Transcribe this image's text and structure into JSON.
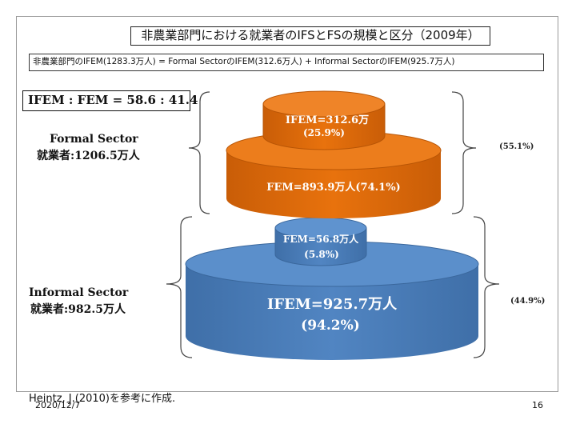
{
  "title": "非農業部門における就業者のIFSとFSの規模と区分（2009年）",
  "formula": "非農業部門のIFEM(1283.3万人) = Formal SectorのIFEM(312.6万人) + Informal SectorのIFEM(925.7万人)",
  "ratio": "IFEM  : FEM  = 58.6 : 41.4",
  "formal": {
    "sector_label": "Formal Sector",
    "workers_label": "就業者:1206.5万人",
    "share": "(55.1%)",
    "top_layer": {
      "line1": "IFEM=312.6万",
      "line2": "(25.9%)"
    },
    "bottom_layer": {
      "line1": "FEM=893.9万人(74.1%)"
    }
  },
  "informal": {
    "sector_label": "Informal Sector",
    "workers_label": "就業者:982.5万人",
    "share": "(44.9%)",
    "top_layer": {
      "line1": "FEM=56.8万人",
      "line2": "(5.8%)"
    },
    "bottom_layer": {
      "line1": "IFEM=925.7万人",
      "line2": "(94.2%)"
    }
  },
  "colors": {
    "orange": "#e36c0a",
    "orange_dark": "#b85505",
    "blue": "#4f81bd",
    "blue_dark": "#2e5f99"
  },
  "footer_note": "Heintz, J.(2010)を参考に作成.",
  "date": "2020/12/7",
  "page_number": "16"
}
